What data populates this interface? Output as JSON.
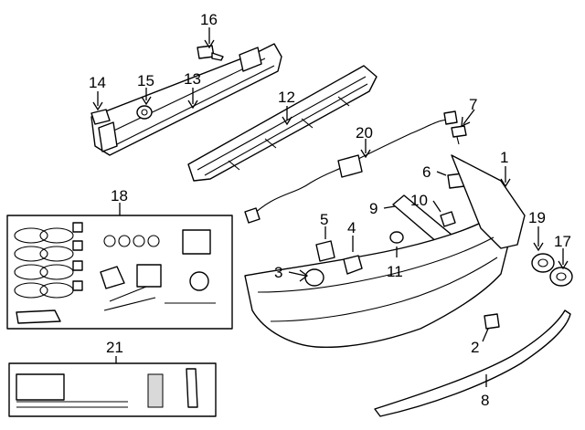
{
  "callouts": {
    "c1": "1",
    "c2": "2",
    "c3": "3",
    "c4": "4",
    "c5": "5",
    "c6": "6",
    "c7": "7",
    "c8": "8",
    "c9": "9",
    "c10": "10",
    "c11": "11",
    "c12": "12",
    "c13": "13",
    "c14": "14",
    "c15": "15",
    "c16": "16",
    "c17": "17",
    "c18": "18",
    "c19": "19",
    "c20": "20",
    "c21": "21"
  },
  "colors": {
    "line": "#000000",
    "background": "#ffffff",
    "shade": "#d9d9d9"
  }
}
